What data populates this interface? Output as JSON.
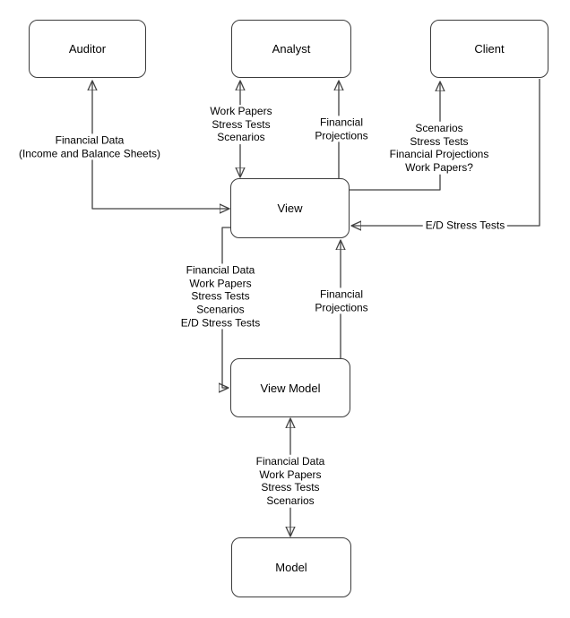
{
  "diagram": {
    "title": "MVVM financial data flow diagram",
    "colors": {
      "background": "#ffffff",
      "node_fill": "#ffffff",
      "node_border": "#3c3c3c",
      "edge_stroke": "#424242",
      "text": "#000000"
    },
    "nodes": [
      {
        "id": "auditor",
        "label": "Auditor"
      },
      {
        "id": "analyst",
        "label": "Analyst"
      },
      {
        "id": "client",
        "label": "Client"
      },
      {
        "id": "view",
        "label": "View"
      },
      {
        "id": "view-model",
        "label": "View Model"
      },
      {
        "id": "model",
        "label": "Model"
      }
    ],
    "edges": [
      {
        "from": "view",
        "to": "auditor",
        "arrows": "both",
        "label": "Financial Data\n(Income and Balance Sheets)"
      },
      {
        "from": "view",
        "to": "analyst",
        "arrows": "both",
        "label": "Work Papers\nStress Tests\nScenarios"
      },
      {
        "from": "view",
        "to": "analyst",
        "arrows": "end",
        "label": "Financial\nProjections"
      },
      {
        "from": "view",
        "to": "client",
        "arrows": "end",
        "label": "Scenarios\nStress Tests\nFinancial Projections\nWork Papers?"
      },
      {
        "from": "client",
        "to": "view",
        "arrows": "end",
        "label": "E/D Stress Tests"
      },
      {
        "from": "view",
        "to": "view-model",
        "arrows": "end",
        "label": "Financial Data\nWork Papers\nStress Tests\nScenarios\nE/D Stress Tests"
      },
      {
        "from": "view-model",
        "to": "view",
        "arrows": "end",
        "label": "Financial\nProjections"
      },
      {
        "from": "view-model",
        "to": "model",
        "arrows": "both",
        "label": "Financial Data\nWork Papers\nStress Tests\nScenarios"
      }
    ]
  }
}
